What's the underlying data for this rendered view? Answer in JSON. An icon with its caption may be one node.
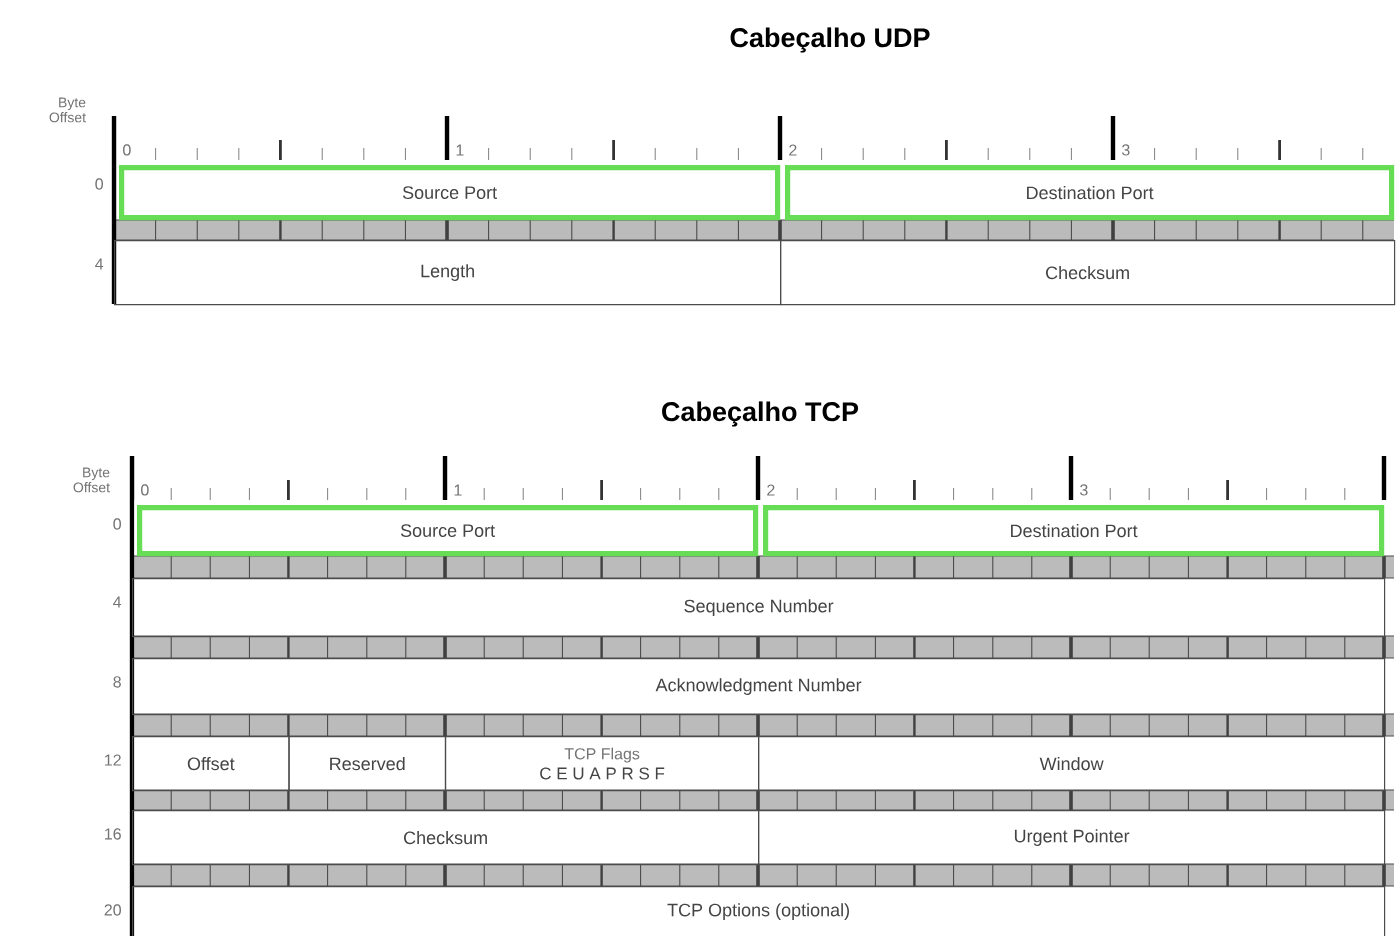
{
  "diagram": {
    "nodes": [
      {
        "text": [
          "Source Port"
        ]
      },
      {
        "text": [
          "Destination Port"
        ]
      },
      {
        "text": [
          "Length"
        ]
      },
      {
        "text": [
          "Checksum"
        ]
      },
      {
        "text": [
          "Source Port"
        ]
      },
      {
        "text": [
          "Destination Port"
        ]
      },
      {
        "text": [
          "Sequence Number"
        ]
      },
      {
        "text": [
          "Acknowledgment Number"
        ]
      },
      {
        "text": [
          "Offset"
        ]
      },
      {
        "text": [
          "Reserved"
        ]
      },
      {
        "text": [
          "TCP Flags",
          "C E U A P R S F"
        ]
      },
      {
        "text": [
          "Window"
        ]
      },
      {
        "text": [
          "Checksum"
        ]
      },
      {
        "text": [
          "Urgent Pointer"
        ]
      },
      {
        "text": [
          "TCP Options (optional)"
        ]
      }
    ],
    "labels": [
      "Cabeçalho UDP",
      "Byte Offset",
      "0",
      "1",
      "2",
      "3",
      "0",
      "4",
      "Cabeçalho TCP",
      "Byte Offset",
      "0",
      "1",
      "2",
      "3",
      "0",
      "4",
      "8",
      "12",
      "16",
      "20"
    ]
  }
}
